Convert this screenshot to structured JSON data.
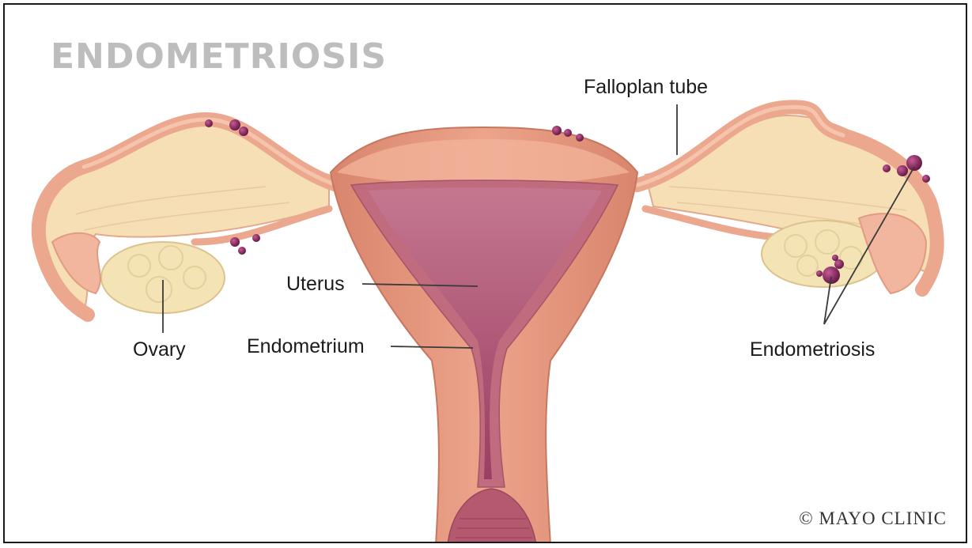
{
  "title": "ENDOMETRIOSIS",
  "labels": {
    "ovary": "Ovary",
    "uterus": "Uterus",
    "endometrium": "Endometrium",
    "fallopian_tube": "Falloplan tube",
    "endometriosis": "Endometriosis"
  },
  "copyright": "© MAYO CLINIC",
  "colors": {
    "tube_pink": "#eca88e",
    "ligament_cream": "#f7dfb5",
    "ovary_cream": "#f3e3b5",
    "uterus_wall": "#e38f76",
    "endometrium": "#c06c7e",
    "cavity": "#a4496b",
    "lesion": "#7e2457"
  }
}
